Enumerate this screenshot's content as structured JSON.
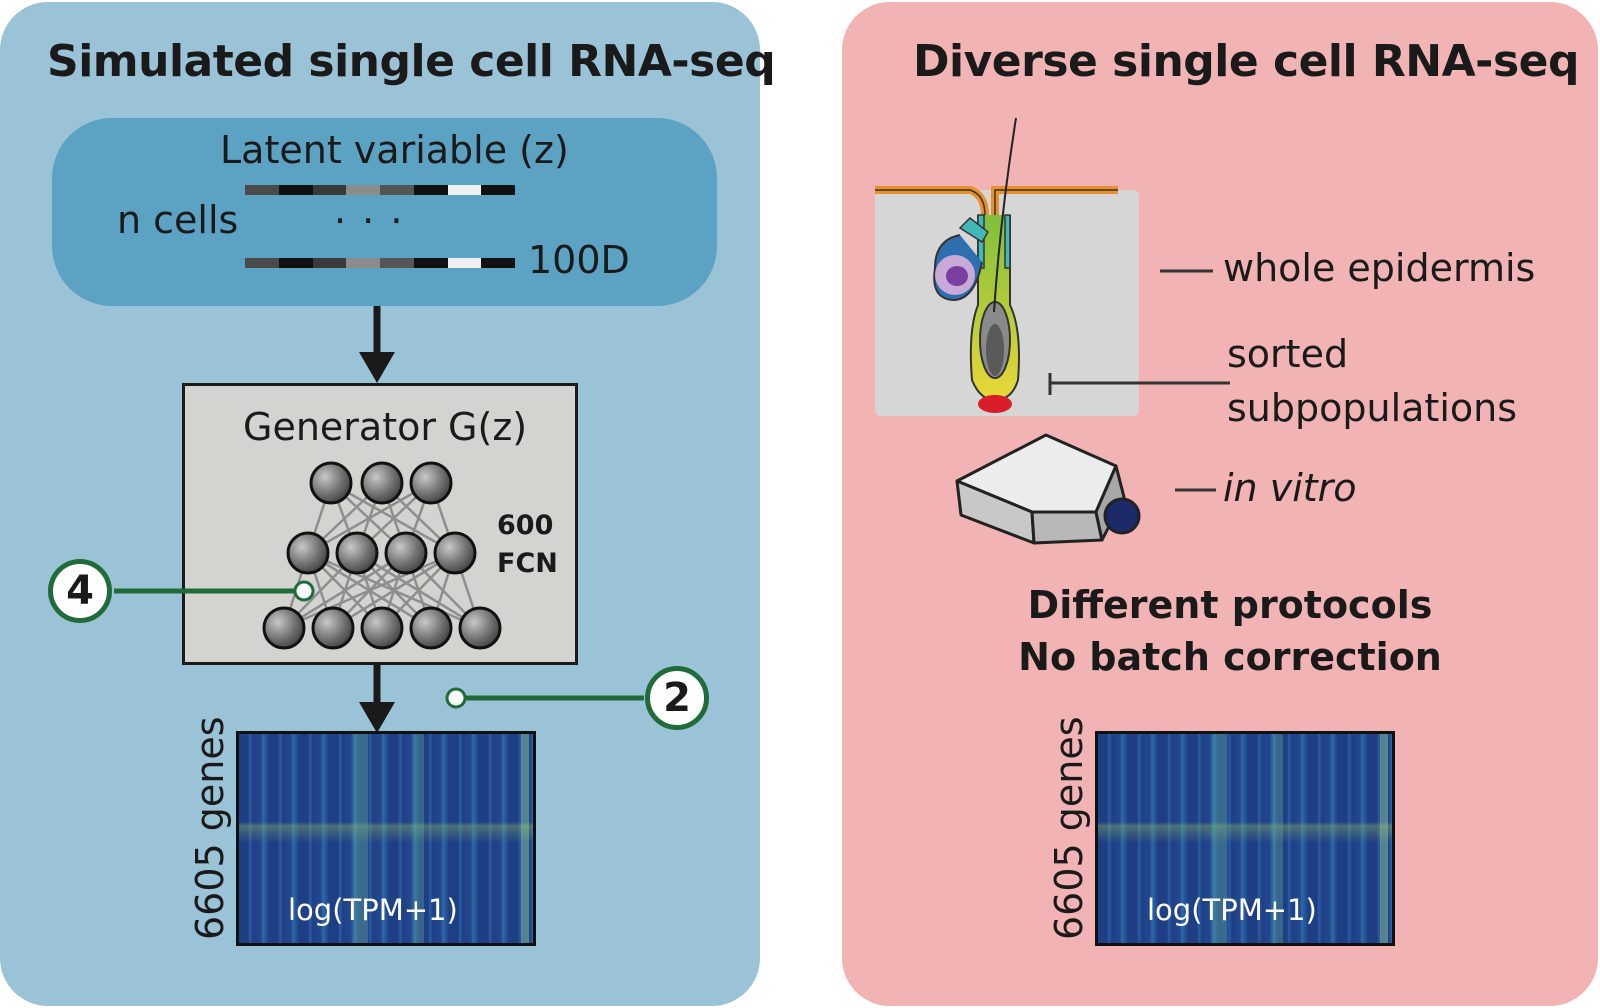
{
  "left_panel": {
    "title": "Simulated single cell RNA-seq",
    "latent": {
      "title": "Latent variable (z)",
      "n_cells_label": "n cells",
      "ellipsis": ". . .",
      "dimension_label": "100D"
    },
    "generator": {
      "title": "Generator G(z)",
      "fcn_number": "600",
      "fcn_label": "FCN"
    },
    "callouts": [
      "4",
      "2"
    ],
    "heatmap": {
      "label": "log(TPM+1)",
      "genes_label": "6605 genes"
    }
  },
  "right_panel": {
    "title": "Diverse single cell RNA-seq",
    "labels": {
      "whole": "whole epidermis",
      "sorted_1": "sorted",
      "sorted_2": "subpopulations",
      "in_vitro": "in vitro"
    },
    "protocols_1": "Different protocols",
    "protocols_2": "No batch correction",
    "heatmap": {
      "label": "log(TPM+1)",
      "genes_label": "6605 genes"
    }
  },
  "colors": {
    "left_bg": "#9ac3d8",
    "right_bg": "#f1b3b3",
    "latent_box": "#5ba2c3",
    "callout_green": "#1f6b3a",
    "heatmap_blue": "#1f3f85"
  }
}
